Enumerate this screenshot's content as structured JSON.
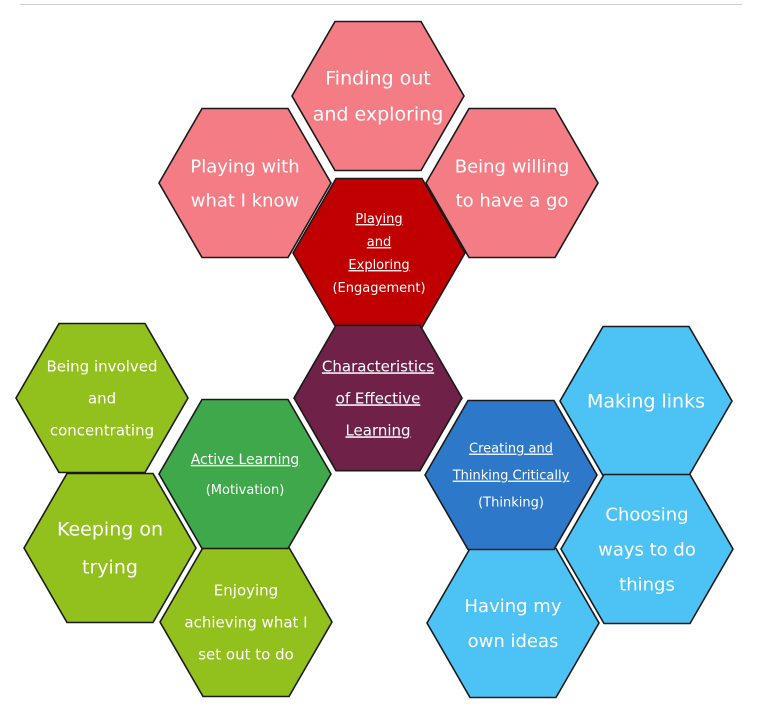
{
  "header_fragment": "...g...",
  "colors": {
    "pink": "#f47c84",
    "dark_red": "#c00000",
    "maroon": "#6f2147",
    "lime": "#92c01c",
    "green": "#3ea84a",
    "sky": "#4dc3f5",
    "royal": "#2d78c8",
    "outline": "#1a1a1a",
    "text": "#ffffff"
  },
  "center": {
    "title_lines": [
      "Characteristics",
      "of Effective",
      "Learning"
    ]
  },
  "playing_exploring": {
    "title_lines": [
      "Playing",
      "and",
      "Exploring"
    ],
    "subtitle": "(Engagement)",
    "items": [
      {
        "lines": [
          "Finding out",
          "and exploring"
        ]
      },
      {
        "lines": [
          "Playing with",
          "what I know"
        ]
      },
      {
        "lines": [
          "Being willing",
          "to have a go"
        ]
      }
    ]
  },
  "active_learning": {
    "title_lines": [
      "Active Learning"
    ],
    "subtitle": "(Motivation)",
    "items": [
      {
        "lines": [
          "Being involved",
          "and",
          "concentrating"
        ]
      },
      {
        "lines": [
          "Keeping on",
          "trying"
        ]
      },
      {
        "lines": [
          "Enjoying",
          "achieving what I",
          "set out to do"
        ]
      }
    ]
  },
  "creating_thinking": {
    "title_lines": [
      "Creating and",
      "Thinking Critically"
    ],
    "subtitle": "(Thinking)",
    "items": [
      {
        "lines": [
          "Making links"
        ]
      },
      {
        "lines": [
          "Choosing",
          "ways to do",
          "things"
        ]
      },
      {
        "lines": [
          "Having my",
          "own ideas"
        ]
      }
    ]
  }
}
